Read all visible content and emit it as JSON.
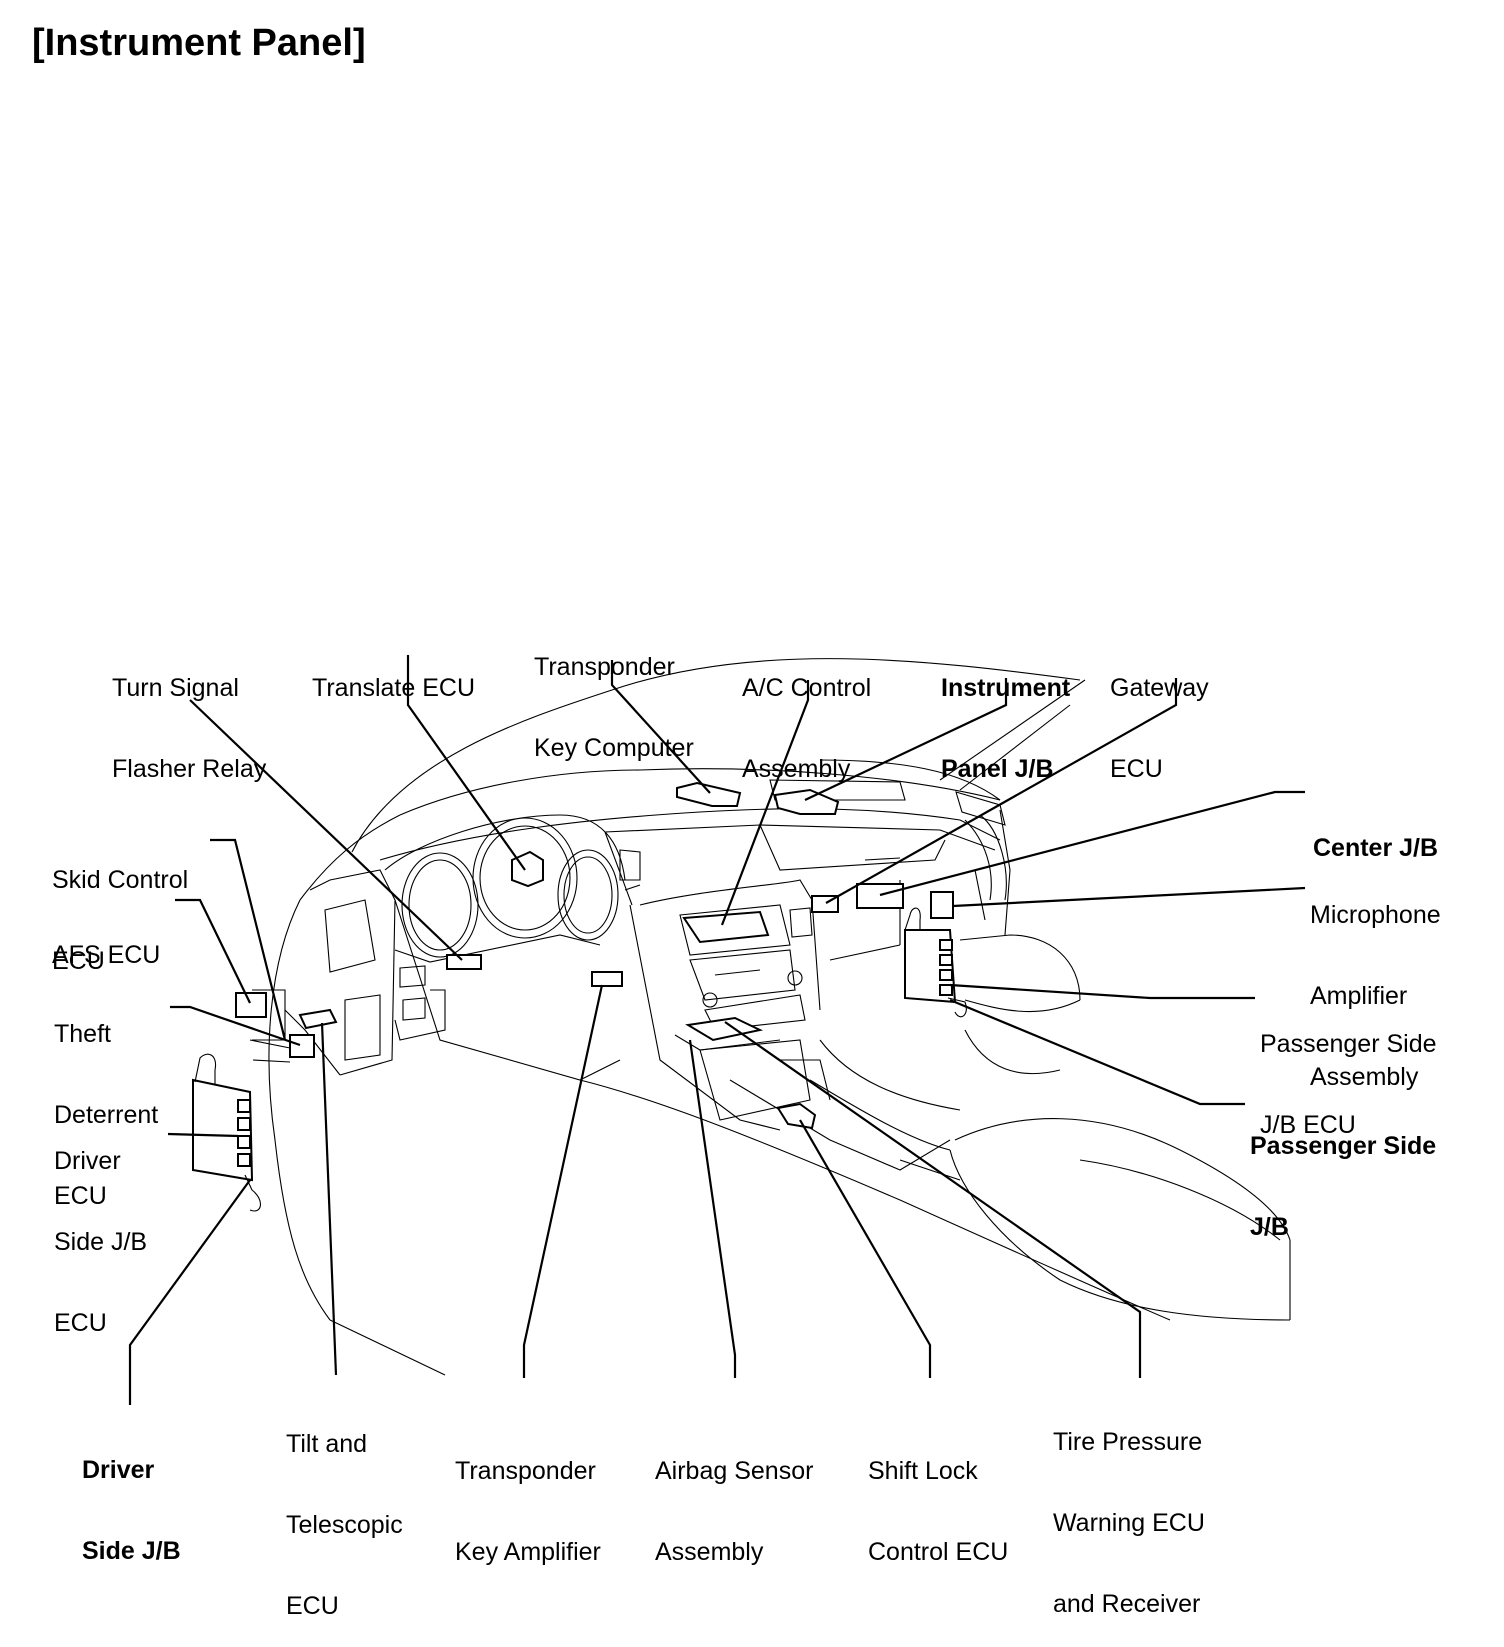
{
  "title": "[Instrument Panel]",
  "labels": {
    "turn_signal_flasher_relay": [
      "Turn Signal",
      "Flasher Relay"
    ],
    "translate_ecu": [
      "Translate ECU"
    ],
    "transponder_key_computer": [
      "Transponder",
      "Key Computer"
    ],
    "ac_control_assembly": [
      "A/C Control",
      "Assembly"
    ],
    "instrument_panel_jb": [
      "Instrument",
      "Panel J/B"
    ],
    "gateway_ecu": [
      "Gateway",
      "ECU"
    ],
    "center_jb": [
      "Center J/B"
    ],
    "microphone_amplifier_assembly": [
      "Microphone",
      "Amplifier",
      "Assembly"
    ],
    "passenger_side_jb_ecu": [
      "Passenger Side",
      "J/B ECU"
    ],
    "passenger_side_jb": [
      "Passenger Side",
      "J/B"
    ],
    "skid_control_ecu": [
      "Skid Control",
      "ECU"
    ],
    "afs_ecu": [
      "AFS ECU"
    ],
    "theft_deterrent_ecu": [
      "Theft",
      "Deterrent",
      "ECU"
    ],
    "driver_side_jb_ecu": [
      "Driver",
      "Side J/B",
      "ECU"
    ],
    "driver_side_jb": [
      "Driver",
      "Side J/B"
    ],
    "tilt_telescopic_ecu": [
      "Tilt and",
      "Telescopic",
      "ECU"
    ],
    "transponder_key_amplifier": [
      "Transponder",
      "Key Amplifier"
    ],
    "airbag_sensor_assembly": [
      "Airbag Sensor",
      "Assembly"
    ],
    "shift_lock_control_ecu": [
      "Shift Lock",
      "Control ECU"
    ],
    "tire_pressure_warning_ecu": [
      "Tire Pressure",
      "Warning ECU",
      "and Receiver"
    ]
  }
}
